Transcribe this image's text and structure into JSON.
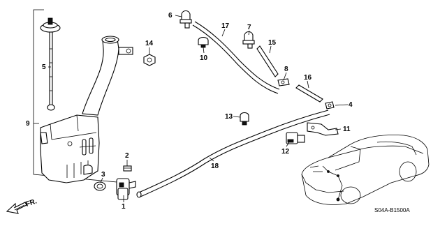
{
  "diagram": {
    "callouts": [
      {
        "id": "c1",
        "text": "1"
      },
      {
        "id": "c2",
        "text": "2"
      },
      {
        "id": "c3",
        "text": "3"
      },
      {
        "id": "c4",
        "text": "4"
      },
      {
        "id": "c5",
        "text": "5"
      },
      {
        "id": "c6",
        "text": "6"
      },
      {
        "id": "c7",
        "text": "7"
      },
      {
        "id": "c8",
        "text": "8"
      },
      {
        "id": "c9",
        "text": "9"
      },
      {
        "id": "c10",
        "text": "10"
      },
      {
        "id": "c11",
        "text": "11"
      },
      {
        "id": "c12",
        "text": "12"
      },
      {
        "id": "c13",
        "text": "13"
      },
      {
        "id": "c14",
        "text": "14"
      },
      {
        "id": "c15",
        "text": "15"
      },
      {
        "id": "c16",
        "text": "16"
      },
      {
        "id": "c17",
        "text": "17"
      },
      {
        "id": "c18",
        "text": "18"
      }
    ],
    "front_indicator": "FR.",
    "drawing_code": "S04A-B1500A"
  }
}
